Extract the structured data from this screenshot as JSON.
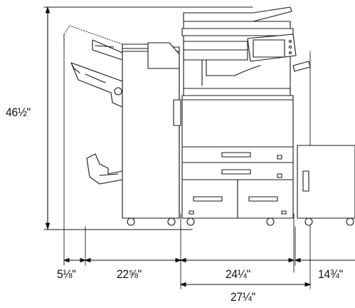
{
  "dimensions": {
    "height": "46½\"",
    "finisher_depth_offset": "5⅛\"",
    "finisher_width": "22⅝\"",
    "main_unit_width": "24¼\"",
    "main_unit_width_with_tray": "27¼\"",
    "side_deck_width": "14¾\""
  },
  "colors": {
    "line": "#1a1a1a",
    "body_fill": "#ffffff",
    "dimension_line": "#111111"
  }
}
